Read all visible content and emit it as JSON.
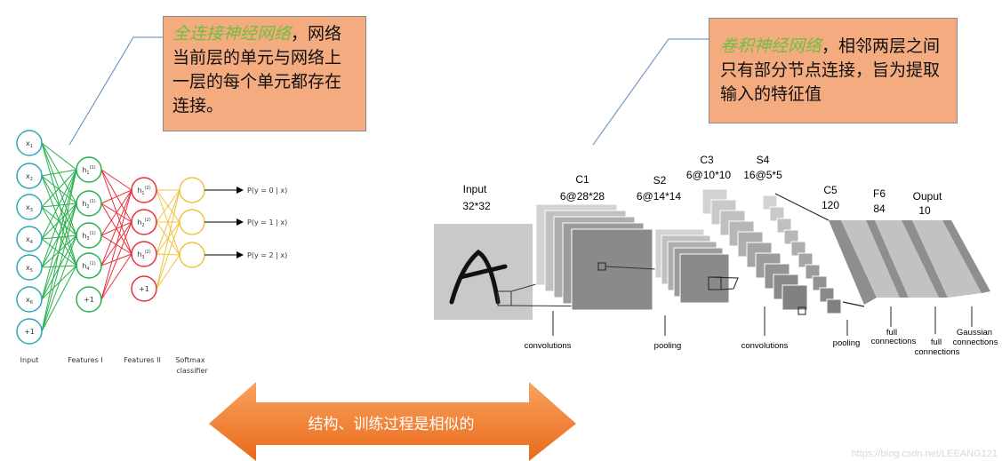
{
  "callout_fc": {
    "highlight": "全连接神经网络",
    "text": "，网络当前层的单元与网络上一层的每个单元都存在连接。"
  },
  "callout_cnn": {
    "highlight": "卷积神经网络",
    "text": "，相邻两层之间只有部分节点连接，旨为提取输入的特征值"
  },
  "fc_net": {
    "input_nodes": [
      "x1",
      "x2",
      "x3",
      "x4",
      "x5",
      "x6",
      "+1"
    ],
    "feature1_nodes": [
      "h1(1)",
      "h2(1)",
      "h3(1)",
      "h4(1)",
      "+1"
    ],
    "feature2_nodes": [
      "h1(2)",
      "h2(2)",
      "h3(2)",
      "+1"
    ],
    "outputs": [
      "P(y = 0 | x)",
      "P(y = 1 | x)",
      "P(y = 2 | x)"
    ],
    "layer_labels": {
      "input": "Input",
      "f1": "Features I",
      "f2": "Features II",
      "softmax": "Softmax",
      "softmax2": "classifier"
    },
    "colors": {
      "input": "#2aa7b5",
      "f1": "#26b04a",
      "f2": "#e8303b",
      "softmax": "#f0c23c"
    }
  },
  "cnn": {
    "input_label": "Input",
    "input_size": "32*32",
    "c1_label": "C1",
    "c1_size": "6@28*28",
    "s2_label": "S2",
    "s2_size": "6@14*14",
    "c3_label": "C3",
    "c3_size": "6@10*10",
    "s4_label": "S4",
    "s4_size": "16@5*5",
    "c5_label": "C5",
    "c5_size": "120",
    "f6_label": "F6",
    "f6_size": "84",
    "out_label": "Ouput",
    "out_size": "10",
    "op_conv1": "convolutions",
    "op_pool1": "pooling",
    "op_conv2": "convolutions",
    "op_pool2": "pooling",
    "op_full1a": "full",
    "op_full1b": "connections",
    "op_full2a": "full",
    "op_full2b": "connections",
    "op_gauss_a": "Gaussian",
    "op_gauss_b": "connections"
  },
  "arrow_text": "结构、训练过程是相似的",
  "watermark": "https://blog.csdn.net/LEEANG121"
}
